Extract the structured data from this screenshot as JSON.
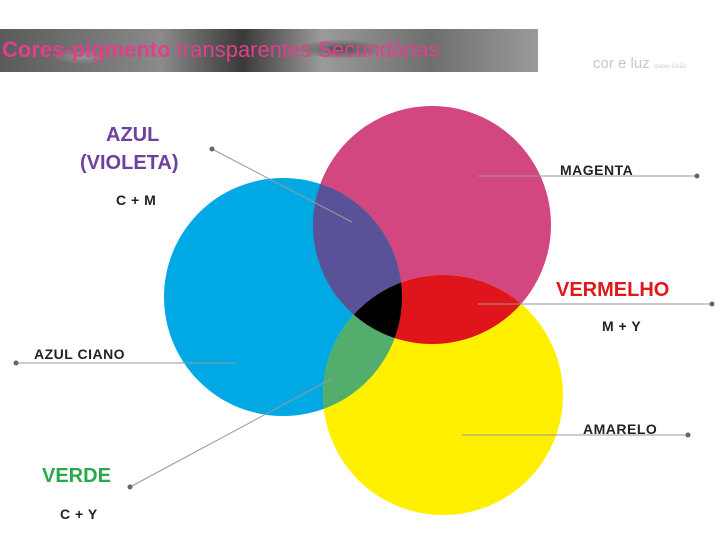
{
  "title": {
    "part1": "Cores-pigmento",
    "part2": " transparentes ",
    "part3": "Secundárias"
  },
  "subtitle": {
    "text": "cor e luz",
    "credit": "Isabel Girão"
  },
  "colors": {
    "magenta": "#d2477f",
    "cyan": "#00a9e4",
    "yellow": "#fff000",
    "violet": "#5a5298",
    "red": "#e0151b",
    "green": "#53ad6c",
    "black": "#000000"
  },
  "labels": {
    "azul_violeta_line1": "AZUL",
    "azul_violeta_line2": "(VIOLETA)",
    "azul_violeta_formula": "C + M",
    "magenta": "MAGENTA",
    "vermelho": "VERMELHO",
    "vermelho_formula": "M + Y",
    "azul_ciano": "AZUL CIANO",
    "amarelo": "AMARELO",
    "verde": "VERDE",
    "verde_formula": "C + Y"
  }
}
